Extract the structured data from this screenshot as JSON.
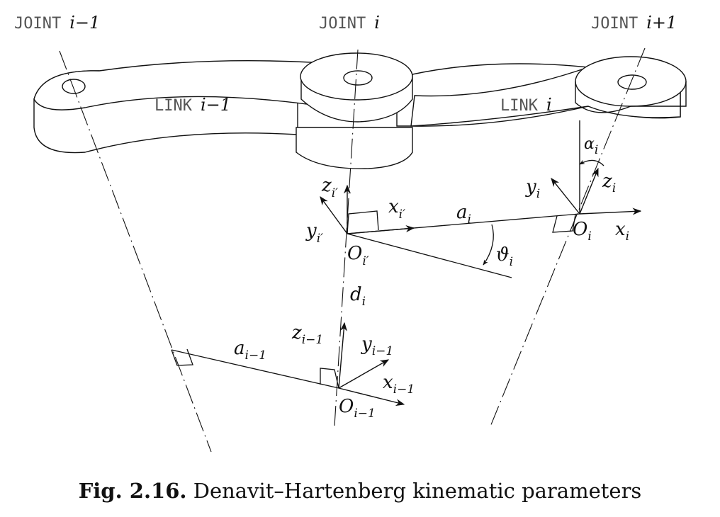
{
  "joints": {
    "prev": {
      "base": "JOINT",
      "sym": "i−1"
    },
    "curr": {
      "base": "JOINT",
      "sym": "i"
    },
    "next": {
      "base": "JOINT",
      "sym": "i+1"
    }
  },
  "links": {
    "prev": {
      "base": "LINK",
      "sym": "i−1"
    },
    "curr": {
      "base": "LINK",
      "sym": "i"
    }
  },
  "symbols": {
    "z_ip": {
      "main": "z",
      "sub": "i′"
    },
    "x_ip": {
      "main": "x",
      "sub": "i′"
    },
    "y_ip": {
      "main": "y",
      "sub": "i′"
    },
    "O_ip": {
      "main": "O",
      "sub": "i′"
    },
    "a_i": {
      "main": "a",
      "sub": "i"
    },
    "theta_i": {
      "main": "ϑ",
      "sub": "i"
    },
    "d_i": {
      "main": "d",
      "sub": "i"
    },
    "alpha_i": {
      "main": "α",
      "sub": "i"
    },
    "y_i": {
      "main": "y",
      "sub": "i"
    },
    "z_i": {
      "main": "z",
      "sub": "i"
    },
    "O_i": {
      "main": "O",
      "sub": "i"
    },
    "x_i": {
      "main": "x",
      "sub": "i"
    },
    "a_im1": {
      "main": "a",
      "sub": "i−1"
    },
    "z_im1": {
      "main": "z",
      "sub": "i−1"
    },
    "y_im1": {
      "main": "y",
      "sub": "i−1"
    },
    "x_im1": {
      "main": "x",
      "sub": "i−1"
    },
    "O_im1": {
      "main": "O",
      "sub": "i−1"
    }
  },
  "caption": {
    "number": "Fig. 2.16.",
    "text": "Denavit–Hartenberg kinematic parameters"
  }
}
